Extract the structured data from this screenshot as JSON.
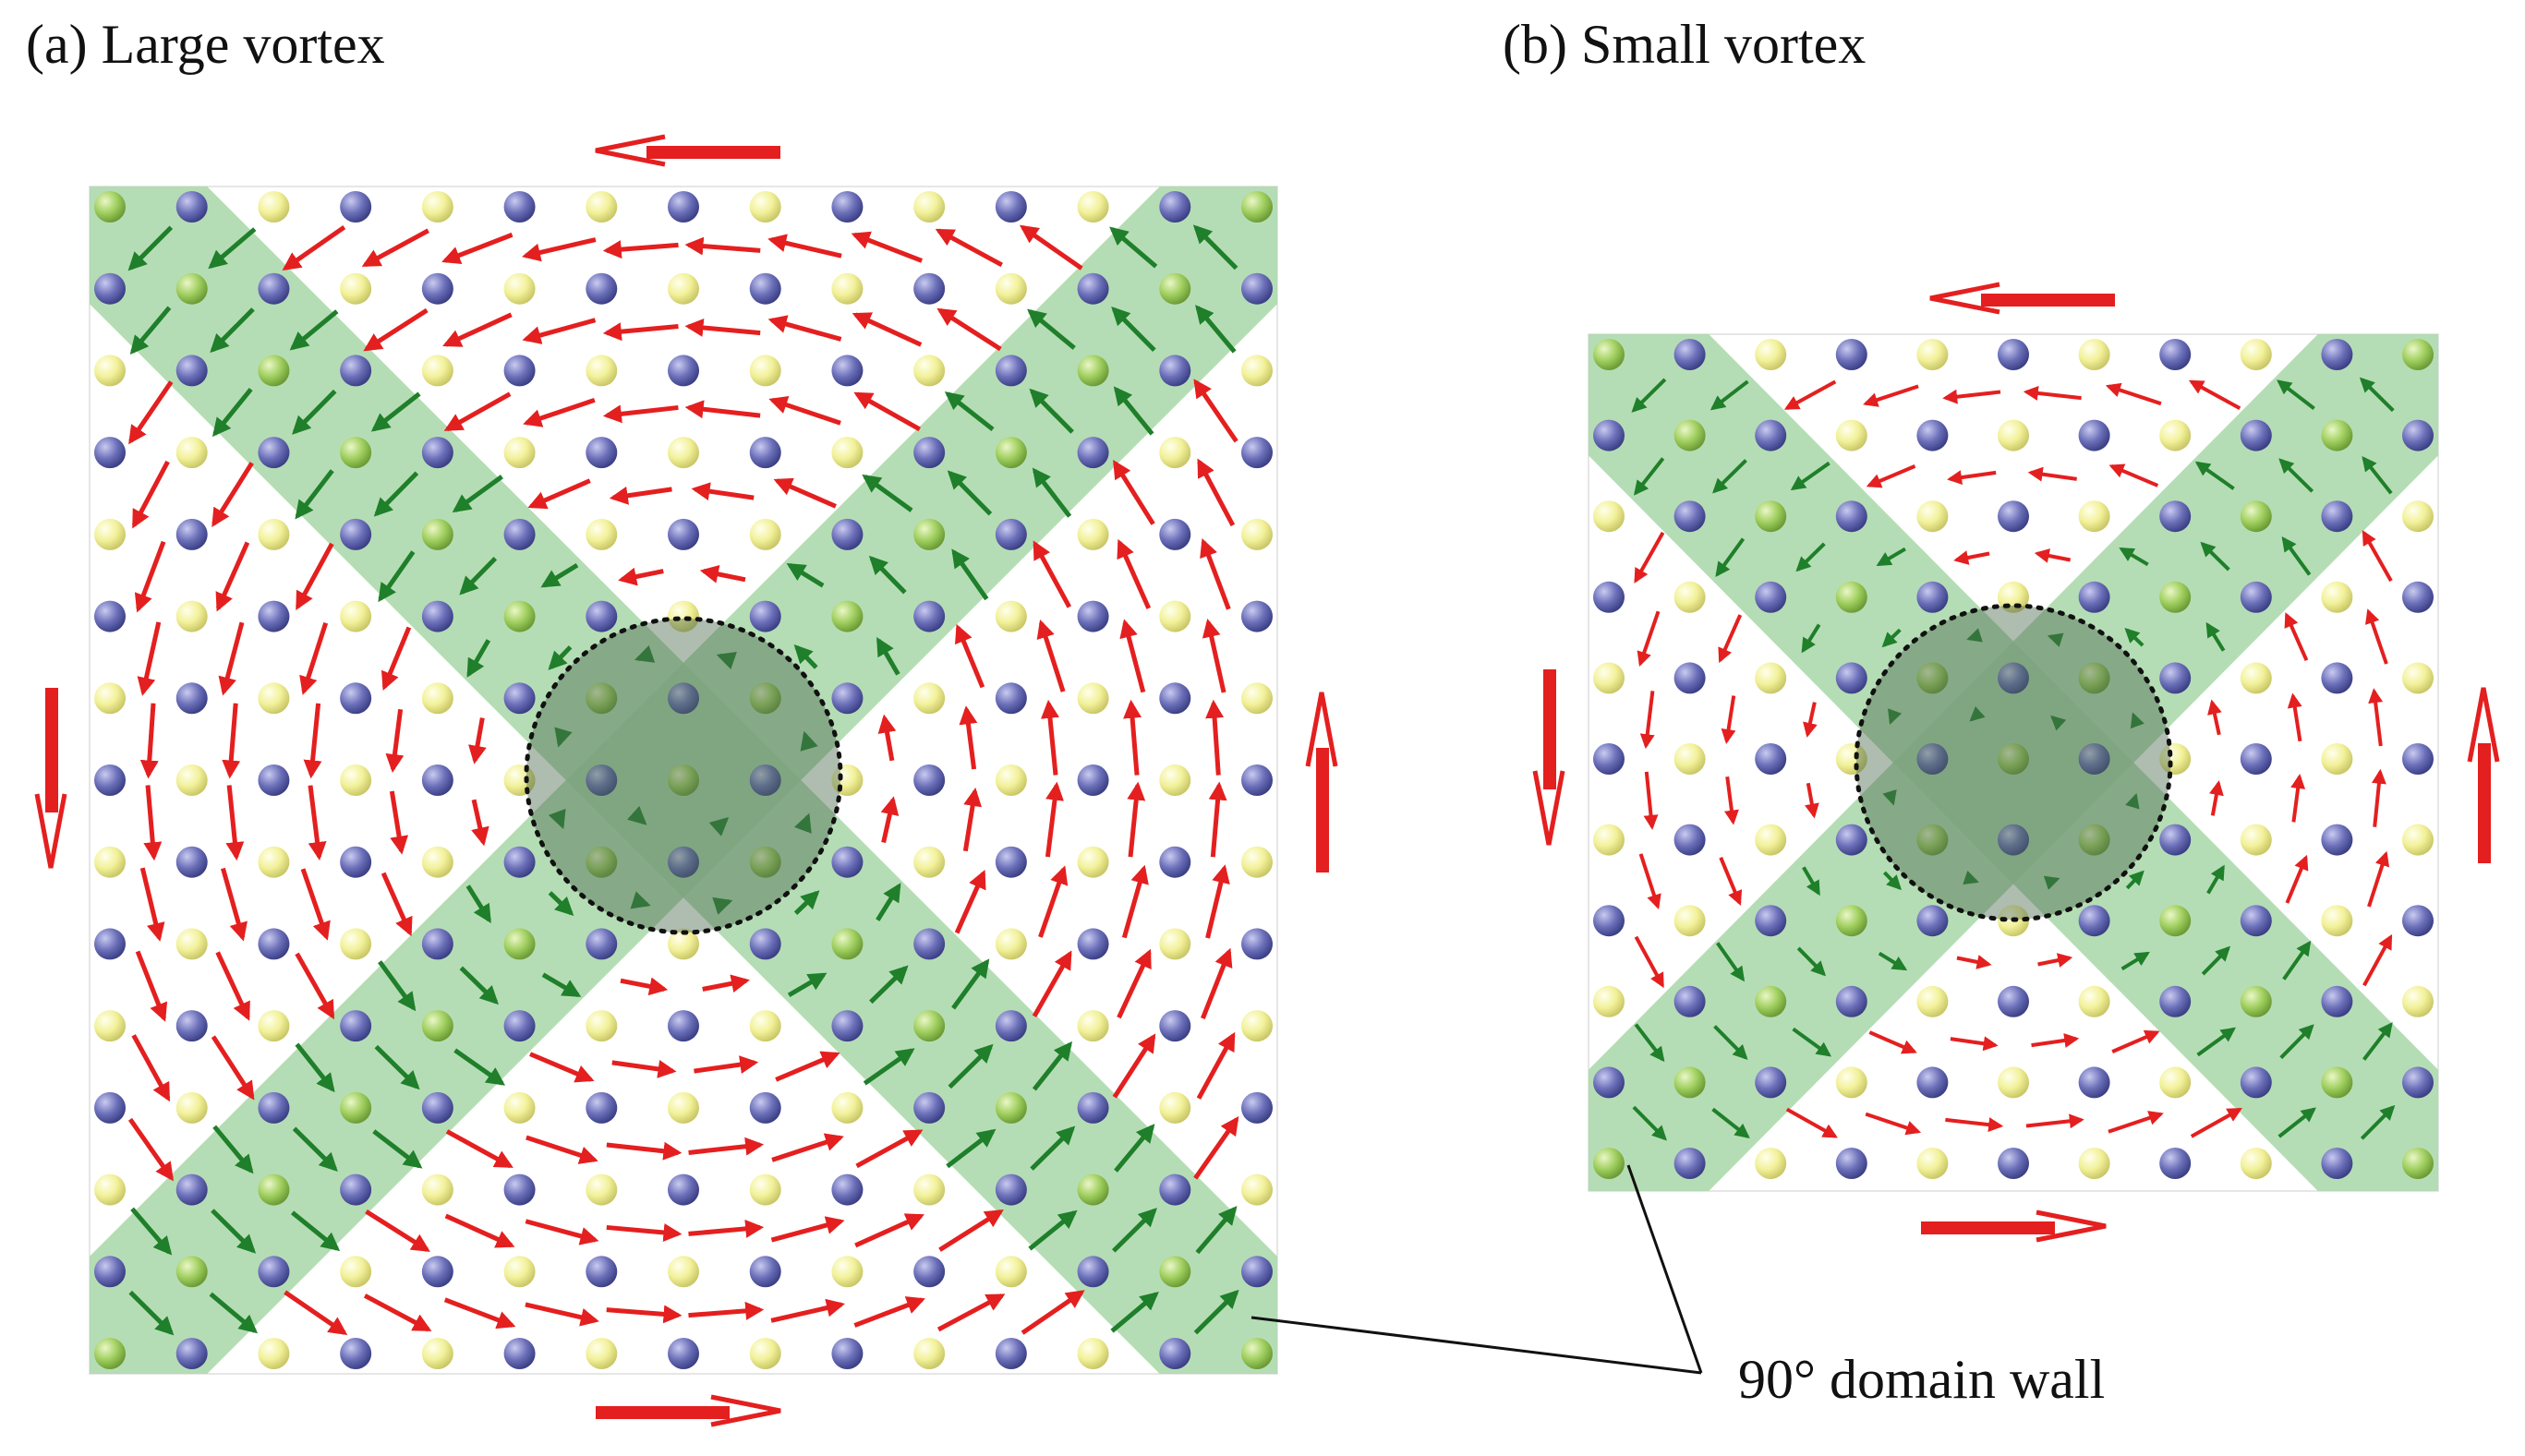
{
  "panels": {
    "a": {
      "label": "(a) Large vortex"
    },
    "b": {
      "label": "(b) Small vortex"
    }
  },
  "annotation": {
    "domain_wall_label": "90° domain wall"
  },
  "colors": {
    "polarization_arrow": "#e41f1f",
    "domain_wall_arrow": "#1f7f2a",
    "domain_wall_band": "#a9d8a9",
    "vortex_core": "#4d6b4f",
    "atom_yellow": "#f4f3a2",
    "atom_blue": "#6b6fb8",
    "atom_green": "#9fcf62"
  }
}
